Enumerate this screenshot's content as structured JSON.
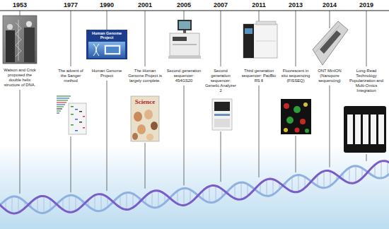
{
  "diagram": {
    "labels": [
      "1953",
      "Watson and Crick proposed the double helix structure of DNA.",
      "1977",
      "The advent of the Sanger method",
      "1990",
      "Human Genome Project",
      "Human Genome Project",
      "2001",
      "The Human Genome Project is largely complete.",
      "Science",
      "2005",
      "Second generation sequencer: 454GS20",
      "2007",
      "Second generation sequencer: Genetic Analyzer 2",
      "2011",
      "Third generation sequencer: PacBio RS Ⅱ",
      "2013",
      "Fluorescent in situ sequencing (FISSEQ)",
      "2014",
      "ONT MinION (Nanopore sequencing)",
      "2019",
      "Long-Read Technology Popularization and Multi-Omics Integration"
    ]
  }
}
